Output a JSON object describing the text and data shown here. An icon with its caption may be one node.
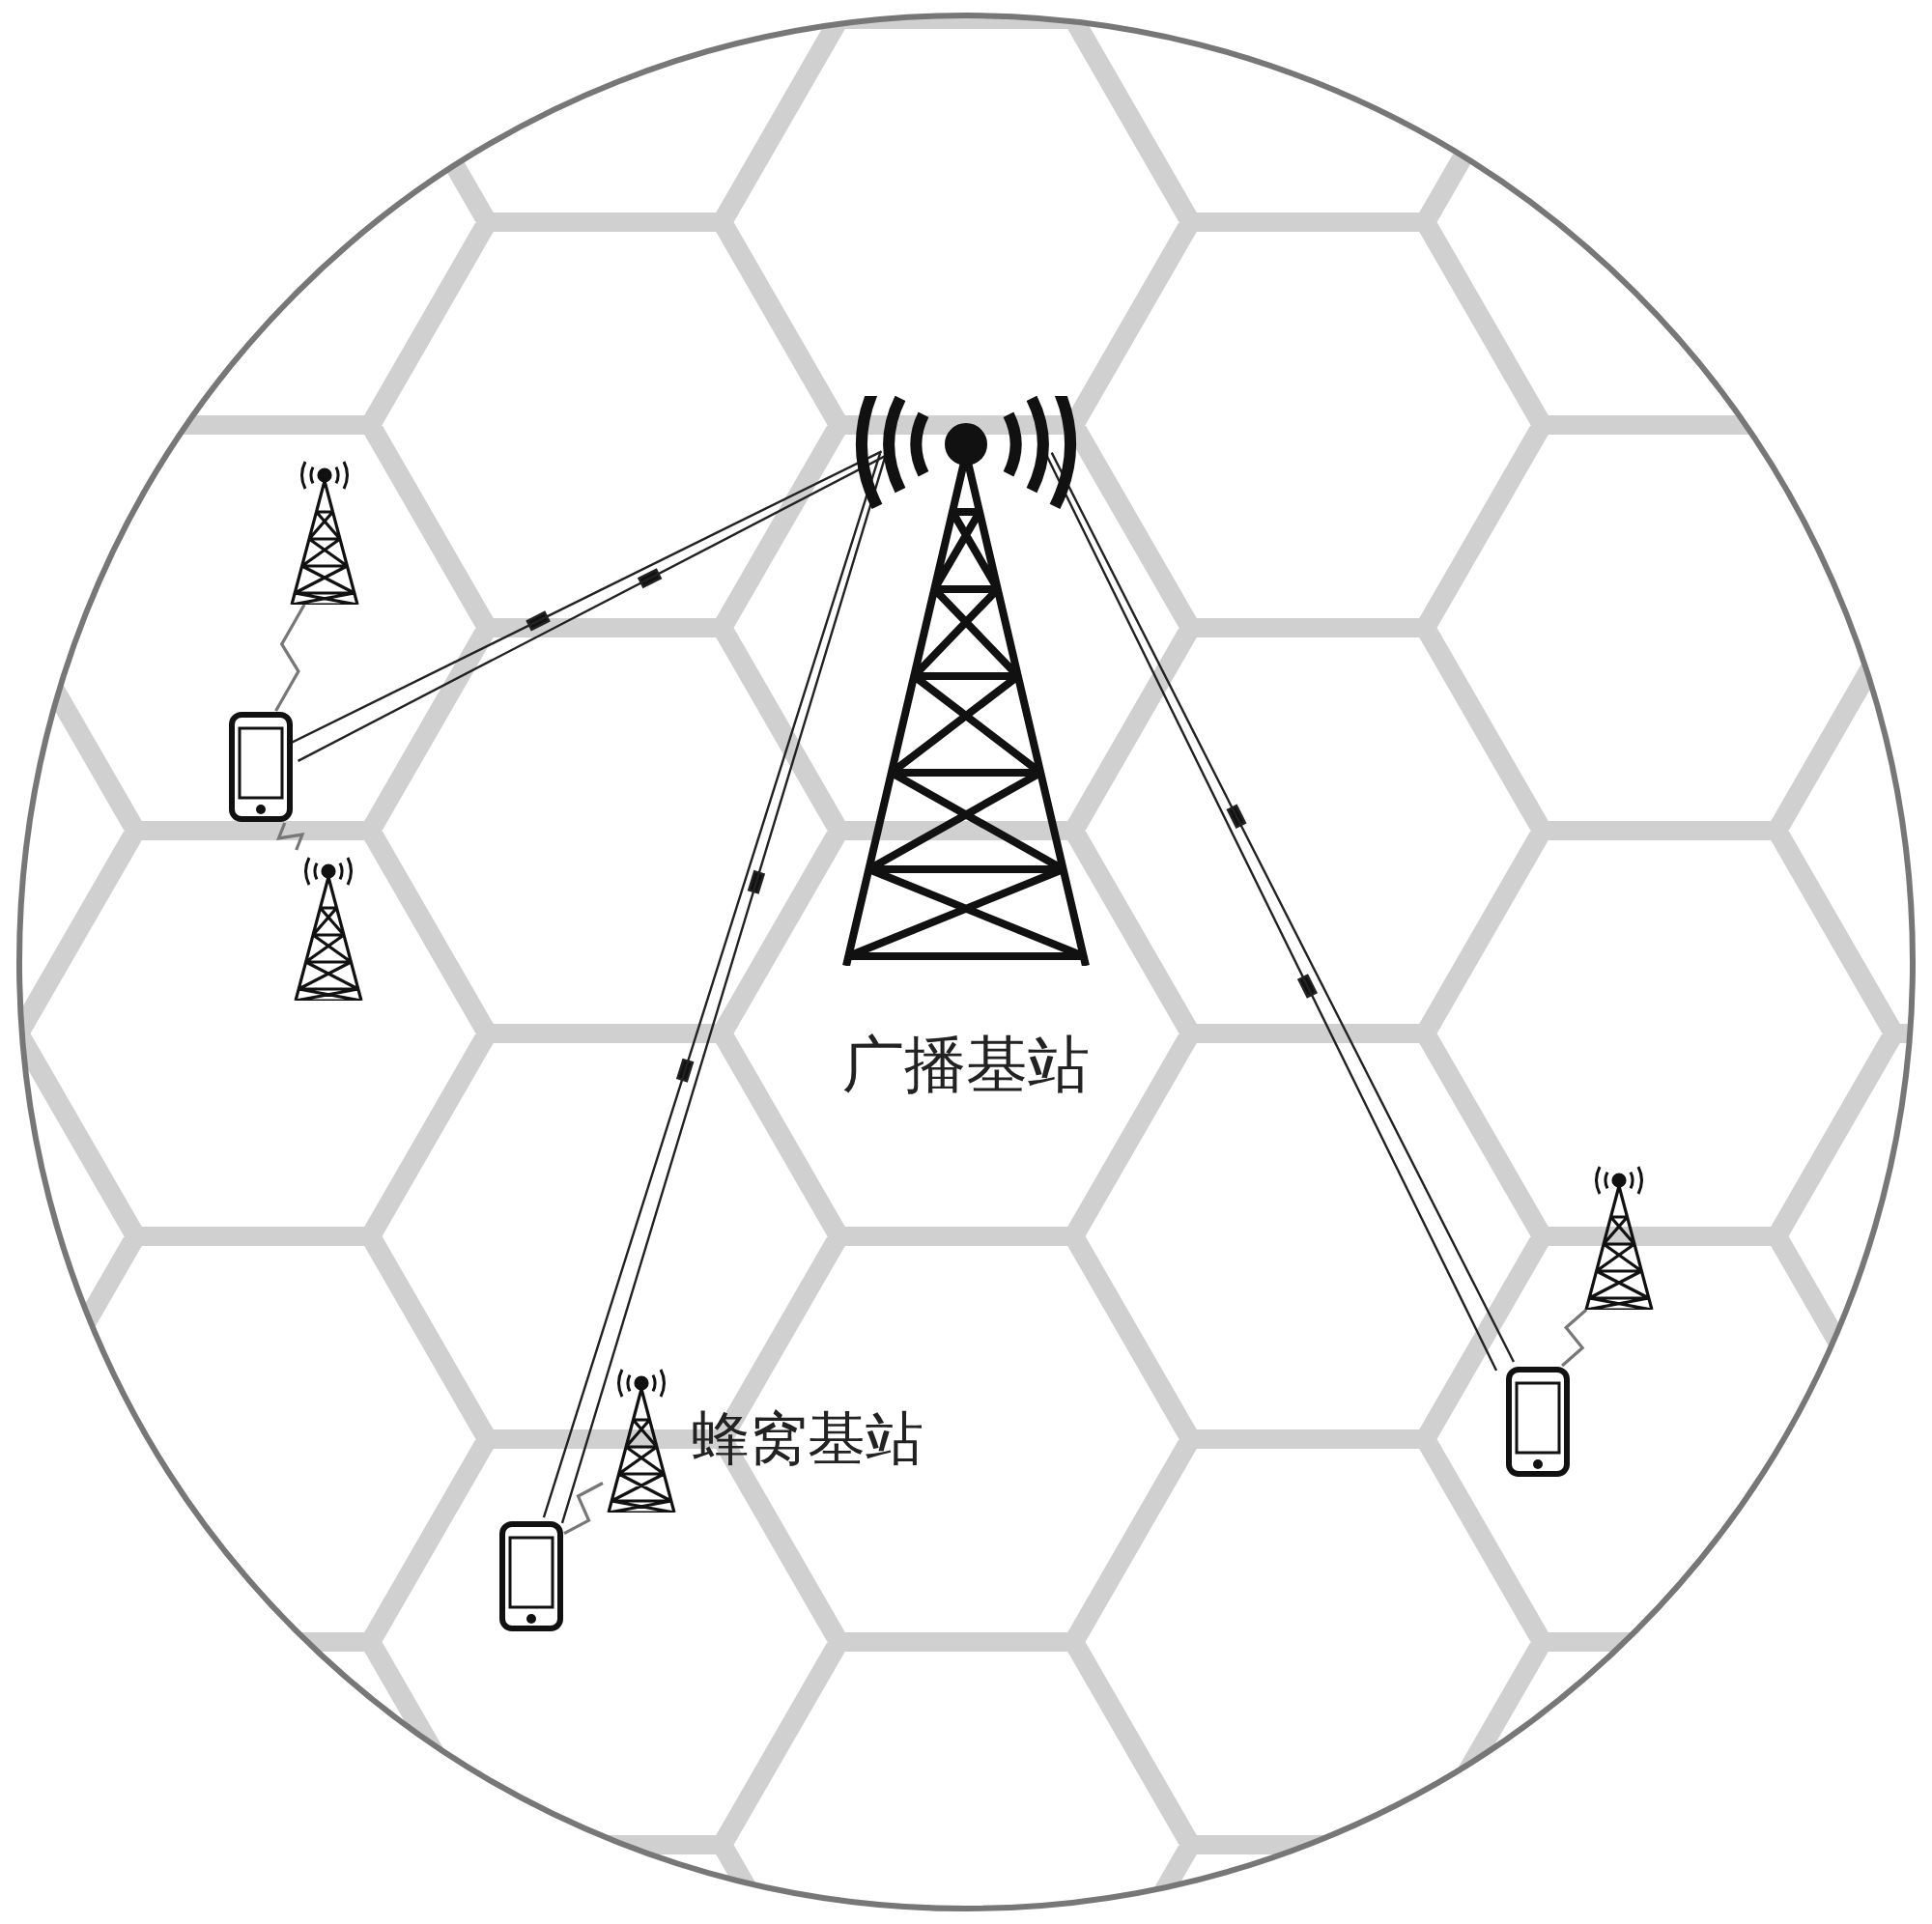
{
  "diagram": {
    "nodes": [
      {
        "text": [
          "广播基站"
        ]
      },
      {
        "text": [],
        "shape": "picture"
      },
      {
        "text": [],
        "shape": "picture"
      },
      {
        "text": [],
        "shape": "picture"
      },
      {
        "text": [],
        "shape": "picture"
      },
      {
        "text": [],
        "shape": "picture"
      },
      {
        "text": [
          "蜂窝基站"
        ]
      },
      {
        "text": [],
        "shape": "picture"
      }
    ],
    "edges": [
      {
        "from": 0,
        "to": 2,
        "arrow": "none"
      },
      {
        "from": 0,
        "to": 7,
        "arrow": "none"
      },
      {
        "from": 0,
        "to": 5,
        "arrow": "none"
      },
      {
        "from": 1,
        "to": 2,
        "arrow": "none",
        "color": "#777777"
      },
      {
        "from": 2,
        "to": 3,
        "arrow": "none",
        "color": "#777777"
      },
      {
        "from": 4,
        "to": 5,
        "arrow": "none",
        "color": "#777777"
      },
      {
        "from": 6,
        "to": 7,
        "arrow": "none",
        "color": "#777777"
      }
    ]
  }
}
